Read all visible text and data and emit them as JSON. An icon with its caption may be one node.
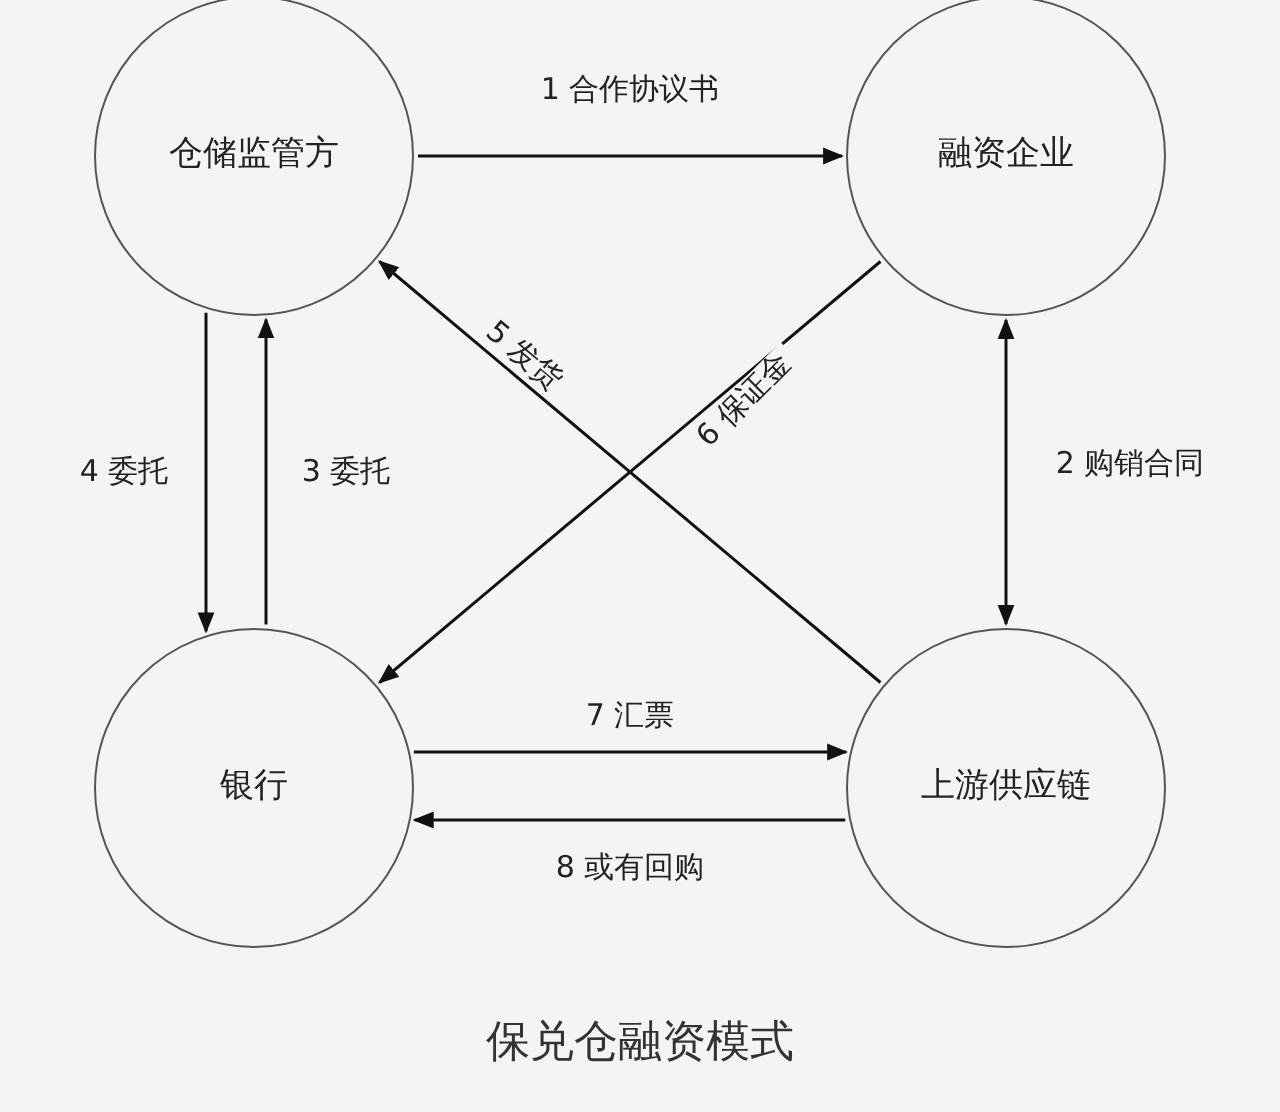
{
  "diagram": {
    "caption": "保兑仓融资模式",
    "nodes": [
      {
        "text": [
          "仓储监管方"
        ]
      },
      {
        "text": [
          "融资企业"
        ]
      },
      {
        "text": [
          "银行"
        ]
      },
      {
        "text": [
          "上游供应链"
        ]
      }
    ],
    "edges": [
      {
        "from": 0,
        "to": 1,
        "arrow": "to",
        "label": "1 合作协议书"
      },
      {
        "from": 1,
        "to": 3,
        "arrow": "both",
        "label": "2 购销合同"
      },
      {
        "from": 2,
        "to": 0,
        "arrow": "to",
        "label": "3 委托"
      },
      {
        "from": 0,
        "to": 2,
        "arrow": "to",
        "label": "4 委托"
      },
      {
        "from": 3,
        "to": 0,
        "arrow": "to",
        "label": "5 发货"
      },
      {
        "from": 1,
        "to": 2,
        "arrow": "to",
        "label": "6 保证金"
      },
      {
        "from": 2,
        "to": 3,
        "arrow": "to",
        "label": "7 汇票"
      },
      {
        "from": 3,
        "to": 2,
        "arrow": "to",
        "label": "8 或有回购"
      }
    ]
  }
}
